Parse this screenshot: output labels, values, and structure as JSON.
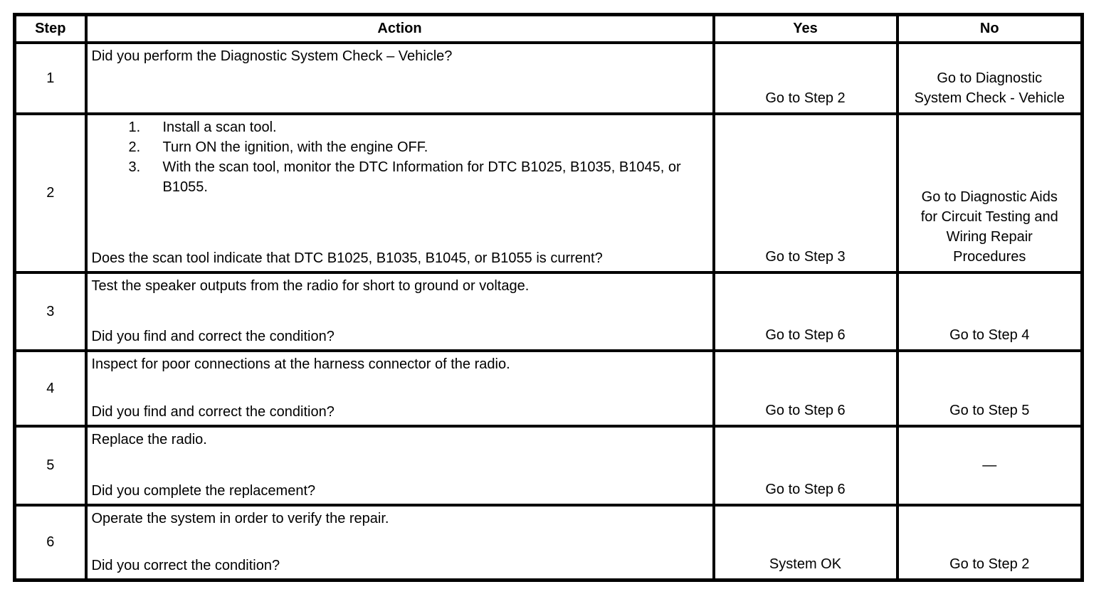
{
  "page": {
    "background_color": "#ffffff",
    "border_color": "#000000",
    "text_color": "#000000"
  },
  "table": {
    "headers": {
      "step": "Step",
      "action": "Action",
      "yes": "Yes",
      "no": "No"
    },
    "rows": [
      {
        "step": "1",
        "action": {
          "intro": "Did you perform the Diagnostic System Check – Vehicle?",
          "question": ""
        },
        "yes": "Go to Step 2",
        "no": "Go to Diagnostic System Check - Vehicle"
      },
      {
        "step": "2",
        "action": {
          "intro": "",
          "list": [
            "Install a scan tool.",
            "Turn ON the ignition, with the engine OFF.",
            "With the scan tool, monitor the DTC Information for DTC B1025, B1035, B1045, or B1055."
          ],
          "question": "Does the scan tool indicate that DTC B1025, B1035, B1045, or B1055 is current?"
        },
        "yes": "Go to Step 3",
        "no": "Go to Diagnostic Aids for Circuit Testing and Wiring Repair Procedures"
      },
      {
        "step": "3",
        "action": {
          "intro": "Test the speaker outputs from the radio for short to ground or voltage.",
          "question": "Did you find and correct the condition?"
        },
        "yes": "Go to Step 6",
        "no": "Go to Step 4"
      },
      {
        "step": "4",
        "action": {
          "intro": "Inspect for poor connections at the harness connector of the radio.",
          "question": "Did you find and correct the condition?"
        },
        "yes": "Go to Step 6",
        "no": "Go to Step 5"
      },
      {
        "step": "5",
        "action": {
          "intro": "Replace the radio.",
          "question": "Did you complete the replacement?"
        },
        "yes": "Go to Step 6",
        "no": "—"
      },
      {
        "step": "6",
        "action": {
          "intro": "Operate the system in order to verify the repair.",
          "question": "Did you correct the condition?"
        },
        "yes": "System OK",
        "no": "Go to Step 2"
      }
    ]
  }
}
